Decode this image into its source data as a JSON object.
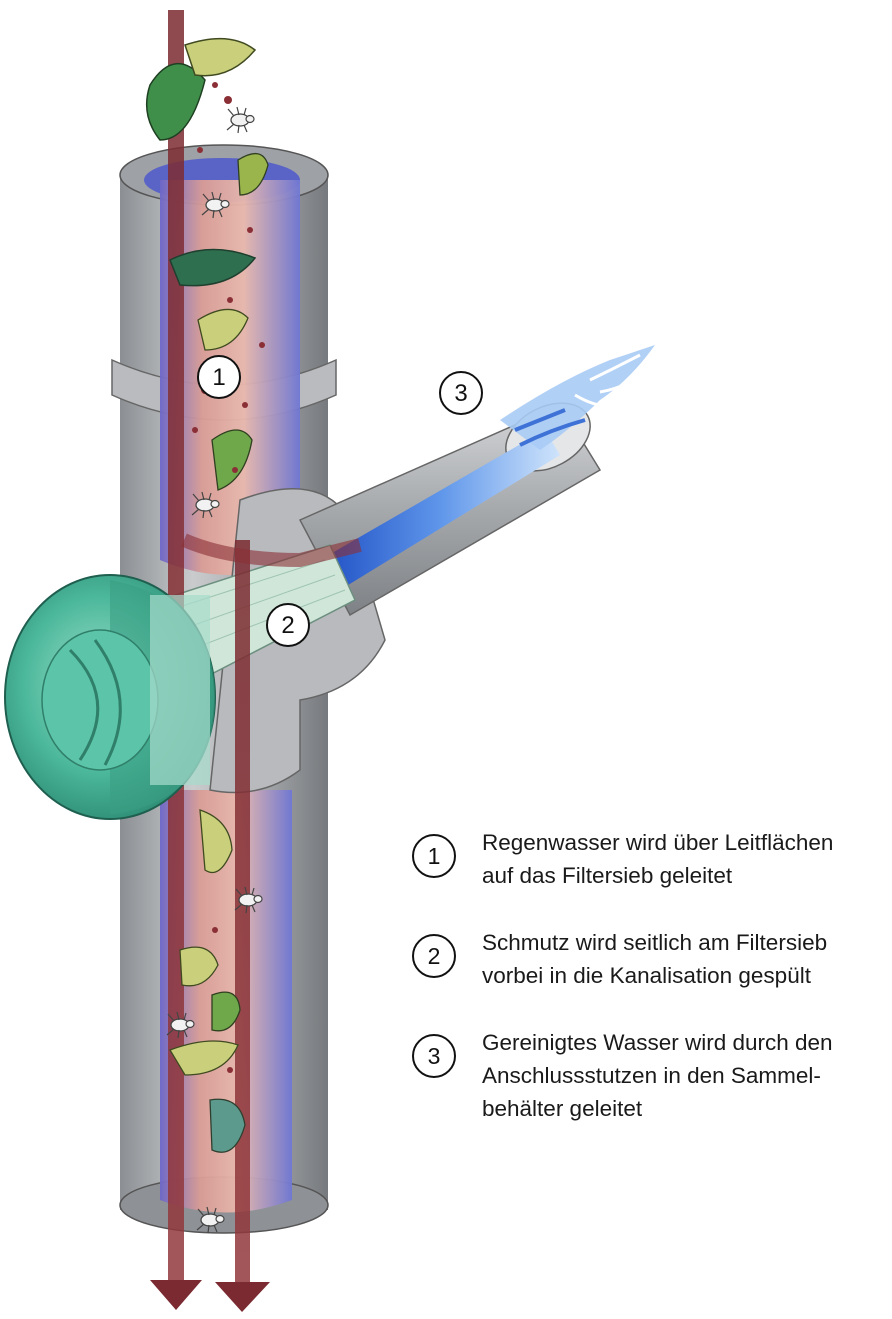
{
  "markers": [
    {
      "id": "1",
      "label": "1"
    },
    {
      "id": "2",
      "label": "2"
    },
    {
      "id": "3",
      "label": "3"
    }
  ],
  "legend": [
    {
      "num": "1",
      "lines": [
        "Regenwasser wird über Leitflächen",
        "auf das Filtersieb geleitet"
      ]
    },
    {
      "num": "2",
      "lines": [
        "Schmutz wird seitlich am Filtersieb",
        "vorbei in die Kanalisation gespült"
      ]
    },
    {
      "num": "3",
      "lines": [
        "Gereinigtes Wasser wird durch den",
        "Anschlussstutzen in den Sammel-",
        "behälter geleitet"
      ]
    }
  ],
  "colors": {
    "pipe_gray": "#a9acaf",
    "pipe_dark": "#7e8286",
    "inner_water": "#c9b4d6",
    "dirt_flow": "#8a2f35",
    "clean_water": "#3f72d6",
    "filter_cap": "#4cb89b",
    "leaf_green": "#3f8f4a",
    "leaf_yellow": "#c9cf7a"
  },
  "icons": [
    "leaf-icon",
    "bug-icon",
    "flow-arrow-icon"
  ]
}
